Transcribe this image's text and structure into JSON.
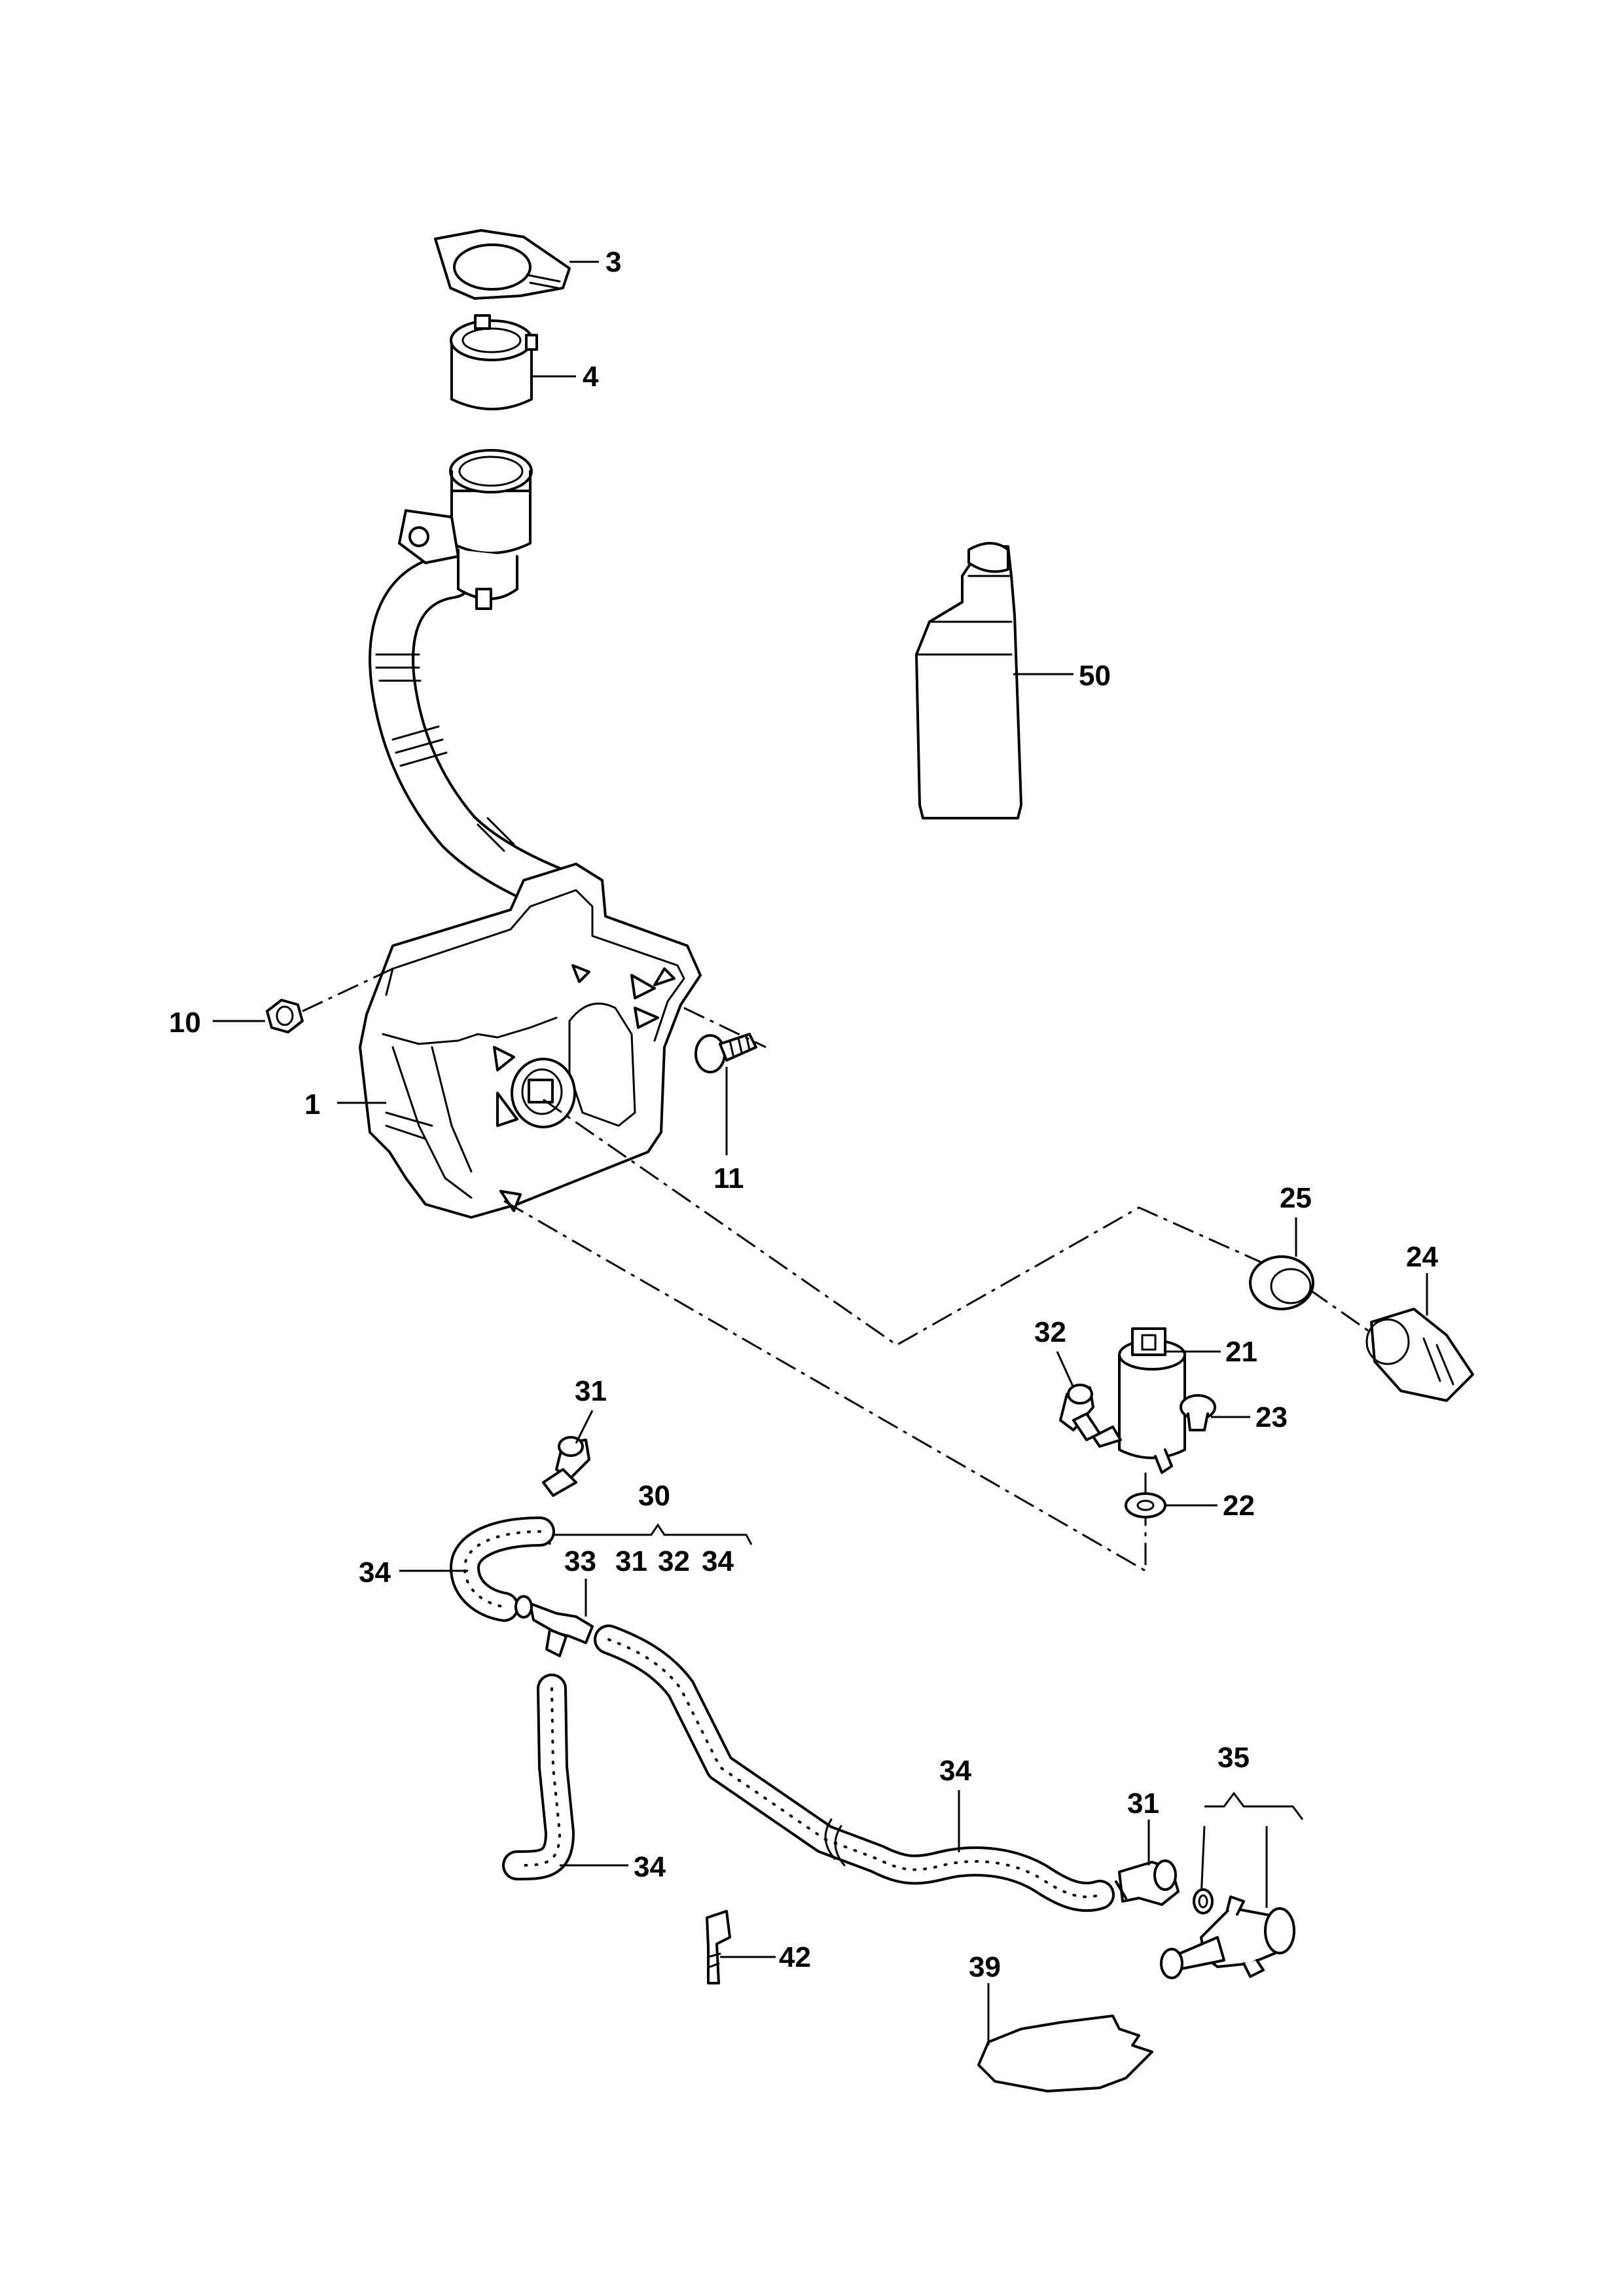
{
  "callouts": {
    "c3": "3",
    "c4": "4",
    "c50": "50",
    "c10": "10",
    "c1": "1",
    "c11": "11",
    "c25": "25",
    "c24": "24",
    "c32a": "32",
    "c21": "21",
    "c23": "23",
    "c22": "22",
    "c31a": "31",
    "c30": "30",
    "c33": "33",
    "c31b": "31",
    "c32b": "32",
    "c34a": "34",
    "c34b": "34",
    "c34c": "34",
    "c34d": "34",
    "c31c": "31",
    "c35": "35",
    "c42": "42",
    "c39": "39"
  },
  "icons": {
    "cap": "filler-cap-icon",
    "strainer": "strainer-icon",
    "bottle": "fluid-bottle-icon",
    "reservoir": "washer-reservoir-icon",
    "pump": "washer-pump-icon",
    "nozzle": "washer-nozzle-icon"
  },
  "colors": {
    "line": "#000000",
    "background": "#ffffff"
  }
}
